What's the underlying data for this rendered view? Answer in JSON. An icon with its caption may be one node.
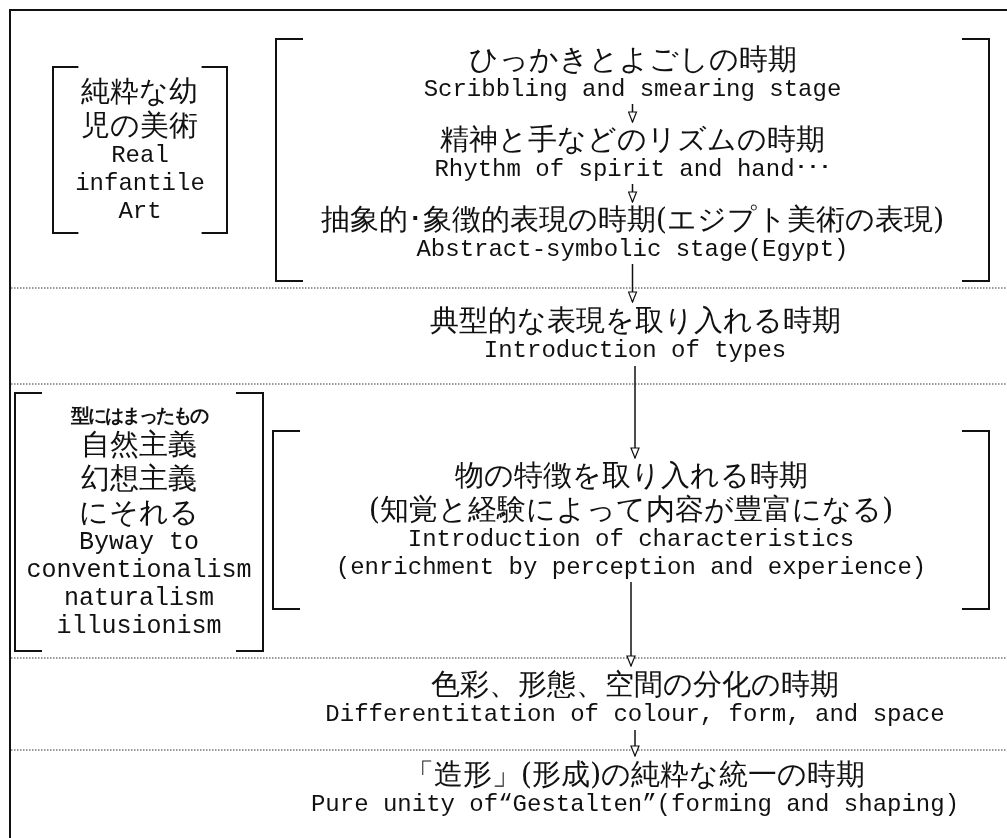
{
  "diagram": {
    "nodes": [
      {
        "text": [
          "純粋な幼児の美術",
          "Real infantile Art"
        ]
      },
      {
        "text": [],
        "shape": "bracket"
      },
      {
        "text": [
          "ひっかきとよごしの時期",
          "Scribbling and smearing stage"
        ],
        "in": 1
      },
      {
        "text": [
          "精神と手などのリズムの時期",
          "Rhythm of spirit and hand･･･"
        ],
        "in": 1
      },
      {
        "text": [
          "抽象的･象徴的表現の時期(エジプト美術の表現)",
          "Abstract-symbolic stage(Egypt)"
        ],
        "in": 1
      },
      {
        "text": [
          "典型的な表現を取り入れる時期",
          "Introduction of types"
        ]
      },
      {
        "text": [
          "型にはまったもの",
          "自然主義幻想主義にそれる",
          "Byway to conventionalism naturalism illusionism"
        ]
      },
      {
        "text": [],
        "shape": "bracket"
      },
      {
        "text": [
          "物の特徴を取り入れる時期",
          "(知覚と経験によって内容が豊富になる)",
          "Introduction of characteristics",
          "(enrichment by perception and experience)"
        ],
        "in": 7
      },
      {
        "text": [
          "色彩、形態、空間の分化の時期",
          "Differentitation of colour, form, and space"
        ]
      },
      {
        "text": [
          "「造形」(形成)の純粋な統一の時期",
          "Pure unity of“Gestalten”(forming and shaping)"
        ]
      }
    ],
    "edges": [
      {
        "from": 2,
        "to": 3,
        "arrow": "to"
      },
      {
        "from": 3,
        "to": 4,
        "arrow": "to"
      },
      {
        "from": 4,
        "to": 5,
        "arrow": "to"
      },
      {
        "from": 5,
        "to": 8,
        "arrow": "to"
      },
      {
        "from": 8,
        "to": 9,
        "arrow": "to"
      },
      {
        "from": 9,
        "to": 10,
        "arrow": "to"
      }
    ]
  }
}
